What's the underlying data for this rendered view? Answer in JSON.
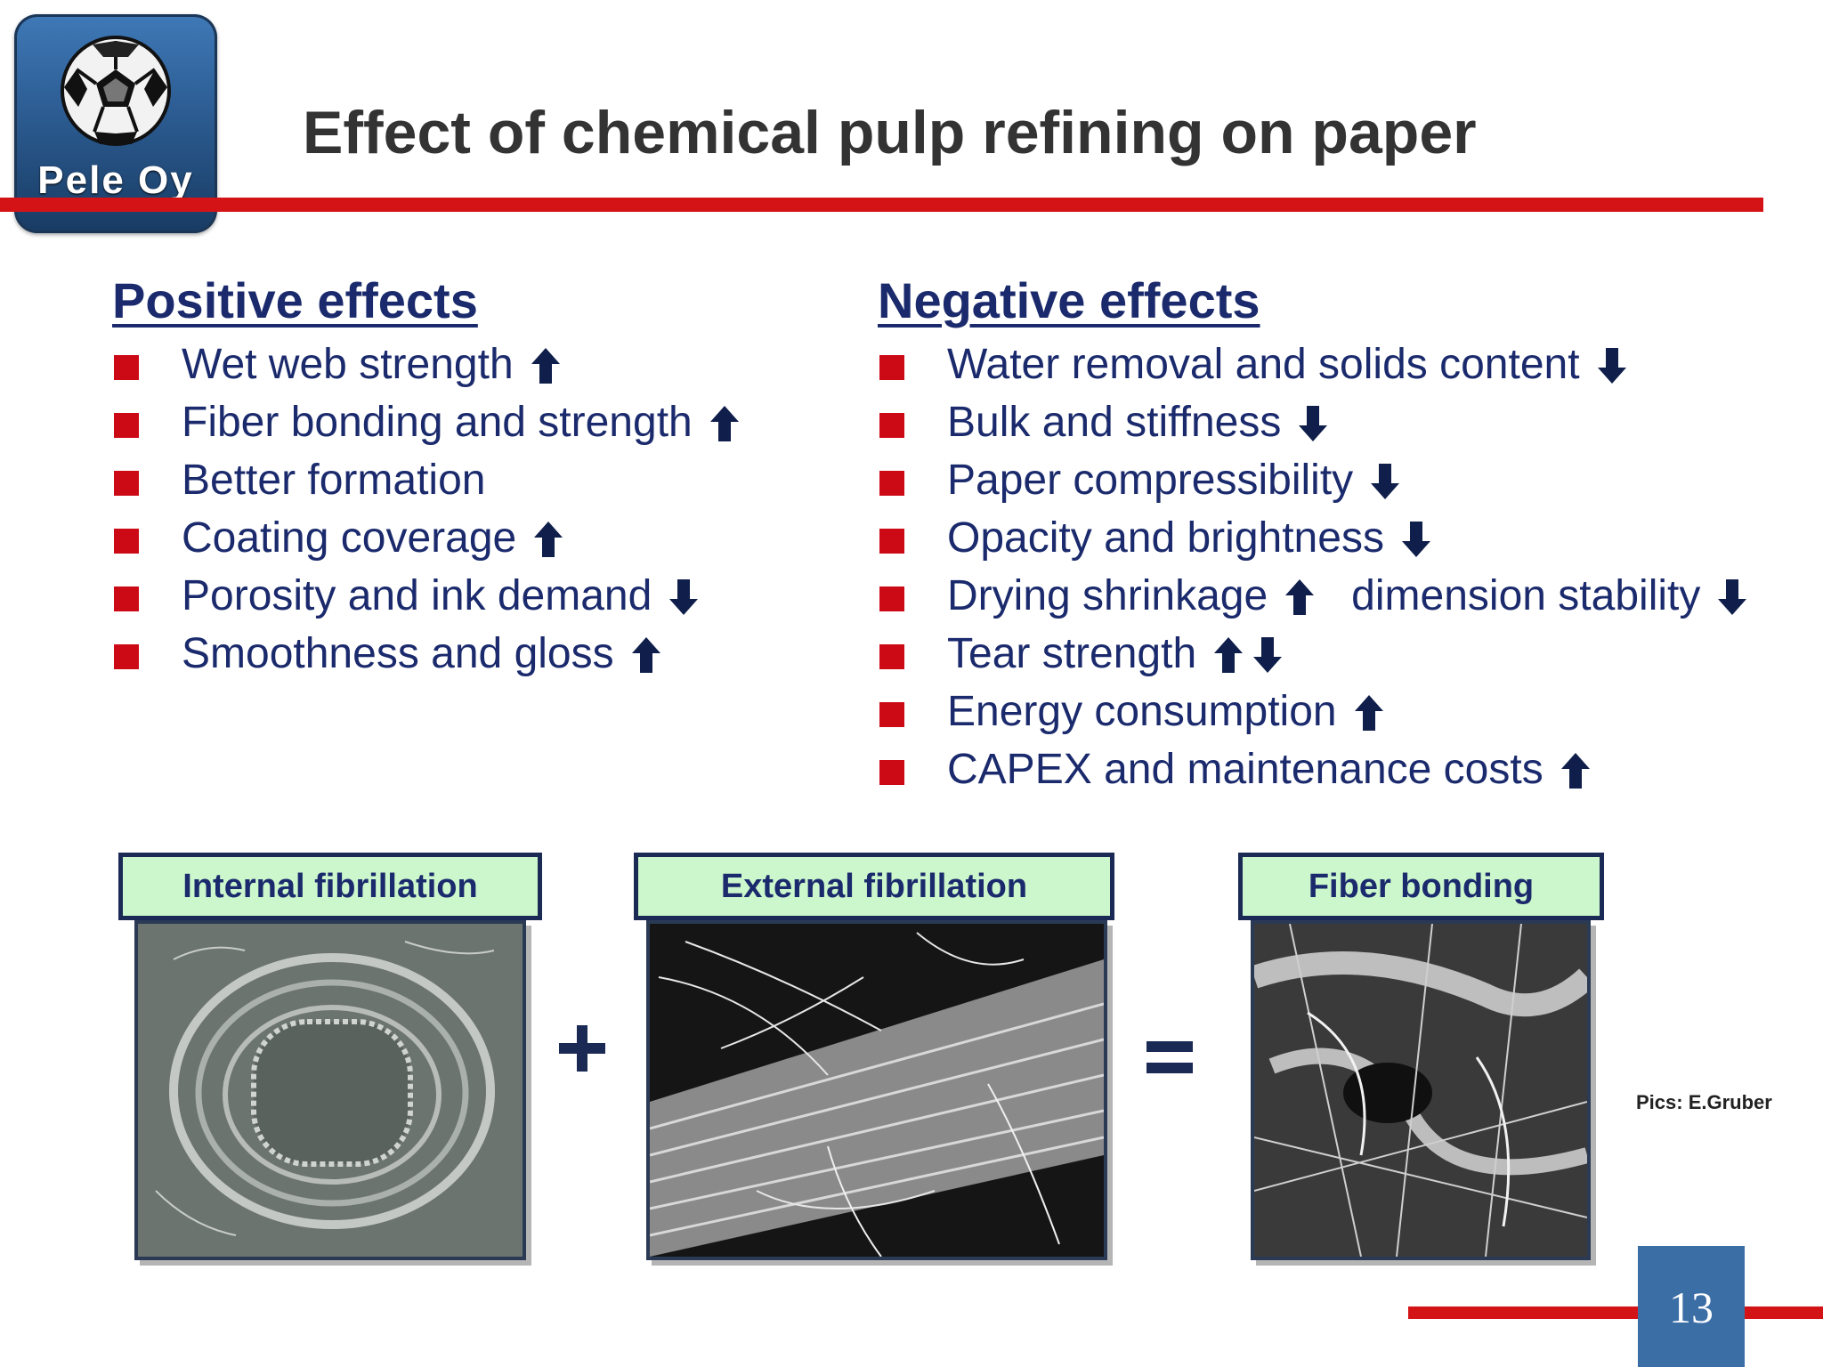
{
  "logo": {
    "text": "Pele Oy"
  },
  "title": "Effect of chemical pulp refining on paper",
  "positive": {
    "heading": "Positive effects",
    "items": [
      {
        "label": "Wet web strength",
        "arrows": [
          "up"
        ]
      },
      {
        "label": "Fiber bonding and strength",
        "arrows": [
          "up"
        ]
      },
      {
        "label": "Better formation",
        "arrows": []
      },
      {
        "label": "Coating coverage",
        "arrows": [
          "up"
        ]
      },
      {
        "label": "Porosity and ink demand",
        "arrows": [
          "down"
        ]
      },
      {
        "label": "Smoothness and gloss",
        "arrows": [
          "up"
        ]
      }
    ]
  },
  "negative": {
    "heading": "Negative effects",
    "items": [
      {
        "label": "Water removal and solids content",
        "arrows": [
          "down"
        ]
      },
      {
        "label": "Bulk and stiffness",
        "arrows": [
          "down"
        ]
      },
      {
        "label": "Paper compressibility",
        "arrows": [
          "down"
        ]
      },
      {
        "label": "Opacity and brightness",
        "arrows": [
          "down"
        ]
      },
      {
        "label": "Drying shrinkage",
        "arrows": [
          "up"
        ],
        "label_b": "dimension stability",
        "arrows_b": [
          "down"
        ]
      },
      {
        "label": "Tear strength",
        "arrows": [
          "up",
          "down"
        ]
      },
      {
        "label": "Energy consumption",
        "arrows": [
          "up"
        ]
      },
      {
        "label": "CAPEX and maintenance costs",
        "arrows": [
          "up"
        ]
      }
    ]
  },
  "figures": {
    "captions": [
      "Internal fibrillation",
      "External fibrillation",
      "Fiber bonding"
    ],
    "operators": [
      "plus",
      "equals"
    ]
  },
  "credit": "Pics: E.Gruber",
  "page_number": "13",
  "colors": {
    "title_rule": "#d41317",
    "bullet": "#cc0a16",
    "text": "#1a2a6c",
    "caption_fill": "#ccf7cc",
    "page_box": "#3c6ea6"
  }
}
